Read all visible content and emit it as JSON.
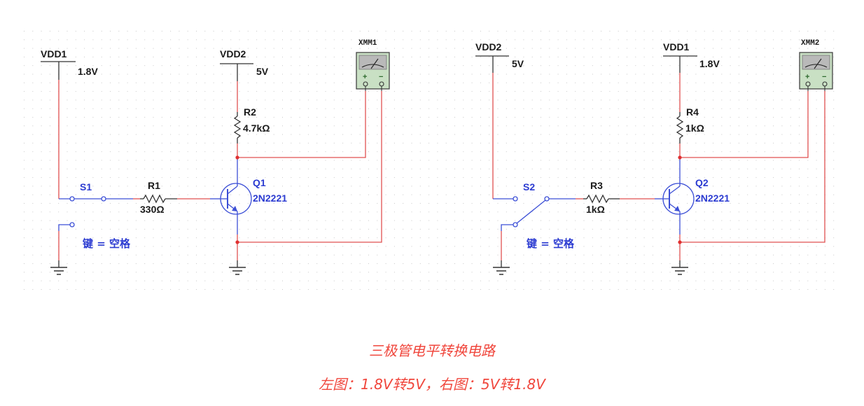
{
  "colors": {
    "wire_red": "#e05050",
    "wire_blue": "#3c4fd6",
    "wire_black": "#333333",
    "label_blue": "#2b3bd1",
    "caption_red": "#f0463c",
    "grid_dot": "#c8c8c8",
    "meter_body": "#c9e0c4",
    "meter_face": "#b9b9b9"
  },
  "left_circuit": {
    "supply_in": {
      "name": "VDD1",
      "voltage": "1.8V"
    },
    "supply_out": {
      "name": "VDD2",
      "voltage": "5V"
    },
    "switch": {
      "name": "S1",
      "key_label": "键 = 空格",
      "state": "closed-to-supply"
    },
    "base_resistor": {
      "name": "R1",
      "value": "330Ω"
    },
    "collector_resistor": {
      "name": "R2",
      "value": "4.7kΩ"
    },
    "transistor": {
      "name": "Q1",
      "model": "2N2221"
    },
    "meter": {
      "name": "XMM1",
      "plus": "+",
      "minus": "−"
    }
  },
  "right_circuit": {
    "supply_in": {
      "name": "VDD2",
      "voltage": "5V"
    },
    "supply_out": {
      "name": "VDD1",
      "voltage": "1.8V"
    },
    "switch": {
      "name": "S2",
      "key_label": "键 = 空格",
      "state": "closed-to-ground"
    },
    "base_resistor": {
      "name": "R3",
      "value": "1kΩ"
    },
    "collector_resistor": {
      "name": "R4",
      "value": "1kΩ"
    },
    "transistor": {
      "name": "Q2",
      "model": "2N2221"
    },
    "meter": {
      "name": "XMM2",
      "plus": "+",
      "minus": "−"
    }
  },
  "caption": {
    "title": "三极管电平转换电路",
    "subtitle": "左图：1.8V转5V，右图：5V转1.8V"
  }
}
